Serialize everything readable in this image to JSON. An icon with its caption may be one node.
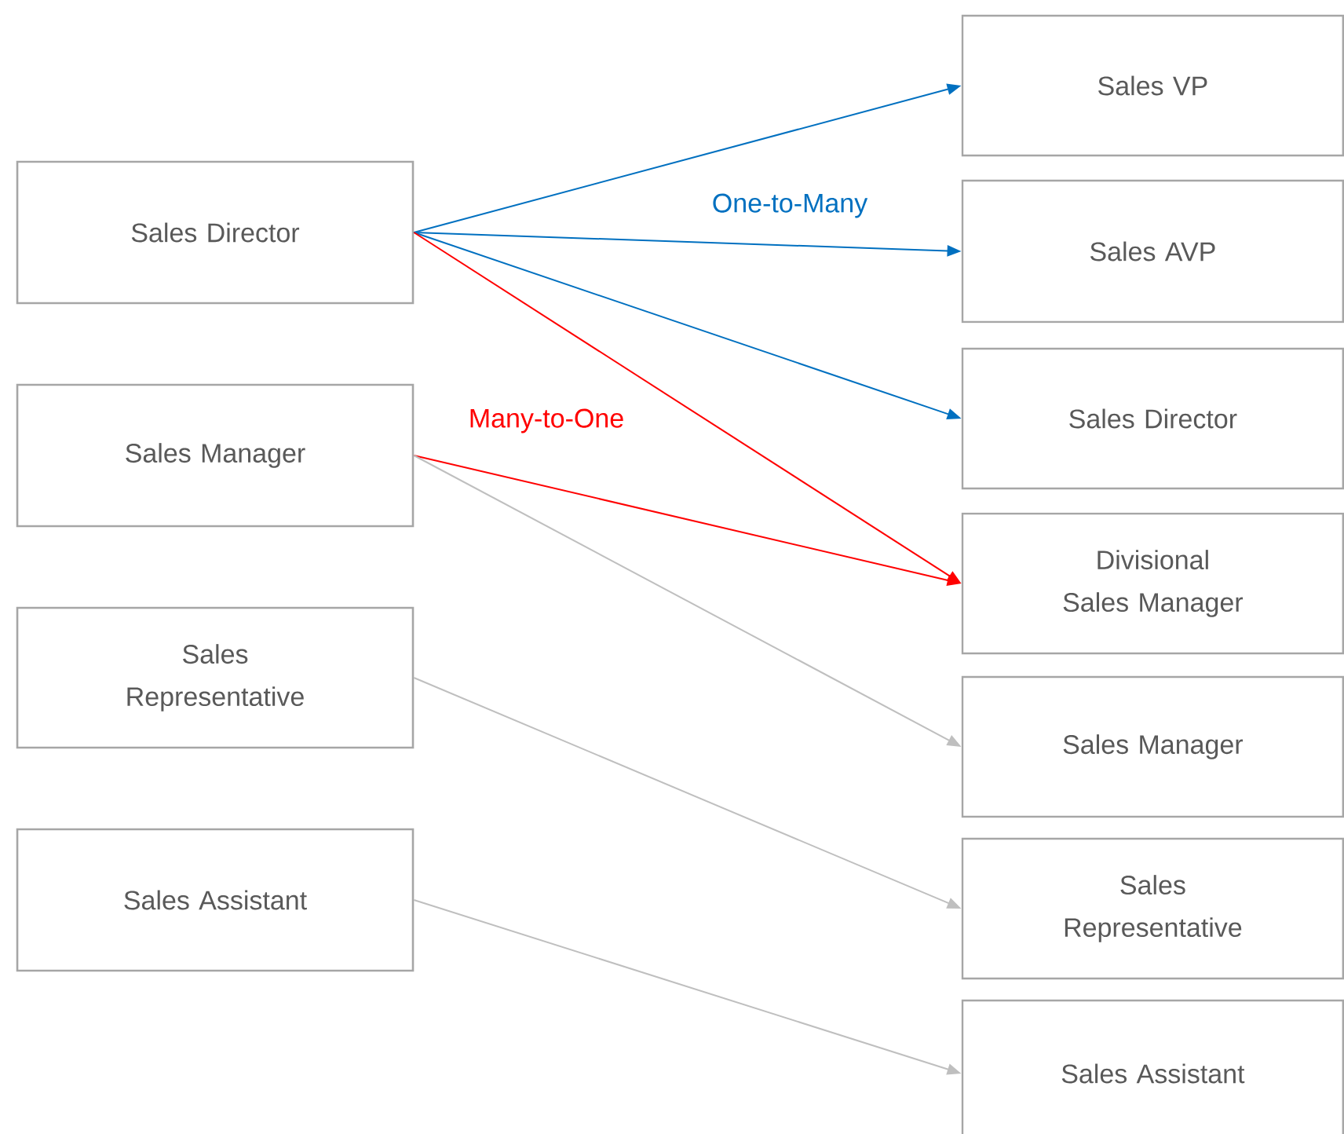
{
  "diagram": {
    "nodes": [
      {
        "text": [
          "Sales Director"
        ]
      },
      {
        "text": [
          "Sales Manager"
        ]
      },
      {
        "text": [
          "Sales Representative"
        ]
      },
      {
        "text": [
          "Sales Assistant"
        ]
      },
      {
        "text": [
          "Sales VP"
        ]
      },
      {
        "text": [
          "Sales AVP"
        ]
      },
      {
        "text": [
          "Sales Director"
        ]
      },
      {
        "text": [
          "Divisional Sales Manager"
        ]
      },
      {
        "text": [
          "Sales Manager"
        ]
      },
      {
        "text": [
          "Sales Representative"
        ]
      },
      {
        "text": [
          "Sales Assistant"
        ]
      }
    ],
    "edges": [
      {
        "from": 0,
        "to": 4,
        "arrow": "to",
        "color": "#0070c0"
      },
      {
        "from": 0,
        "to": 5,
        "arrow": "to",
        "color": "#0070c0"
      },
      {
        "from": 0,
        "to": 6,
        "arrow": "to",
        "color": "#0070c0"
      },
      {
        "from": 0,
        "to": 7,
        "arrow": "to",
        "color": "#ff0000"
      },
      {
        "from": 1,
        "to": 7,
        "arrow": "to",
        "color": "#ff0000"
      },
      {
        "from": 1,
        "to": 8,
        "arrow": "to",
        "color": "#bfbfbf"
      },
      {
        "from": 2,
        "to": 9,
        "arrow": "to",
        "color": "#bfbfbf"
      },
      {
        "from": 3,
        "to": 10,
        "arrow": "to",
        "color": "#bfbfbf"
      }
    ],
    "labels": [
      "One-to-Many",
      "Many-to-One"
    ]
  }
}
